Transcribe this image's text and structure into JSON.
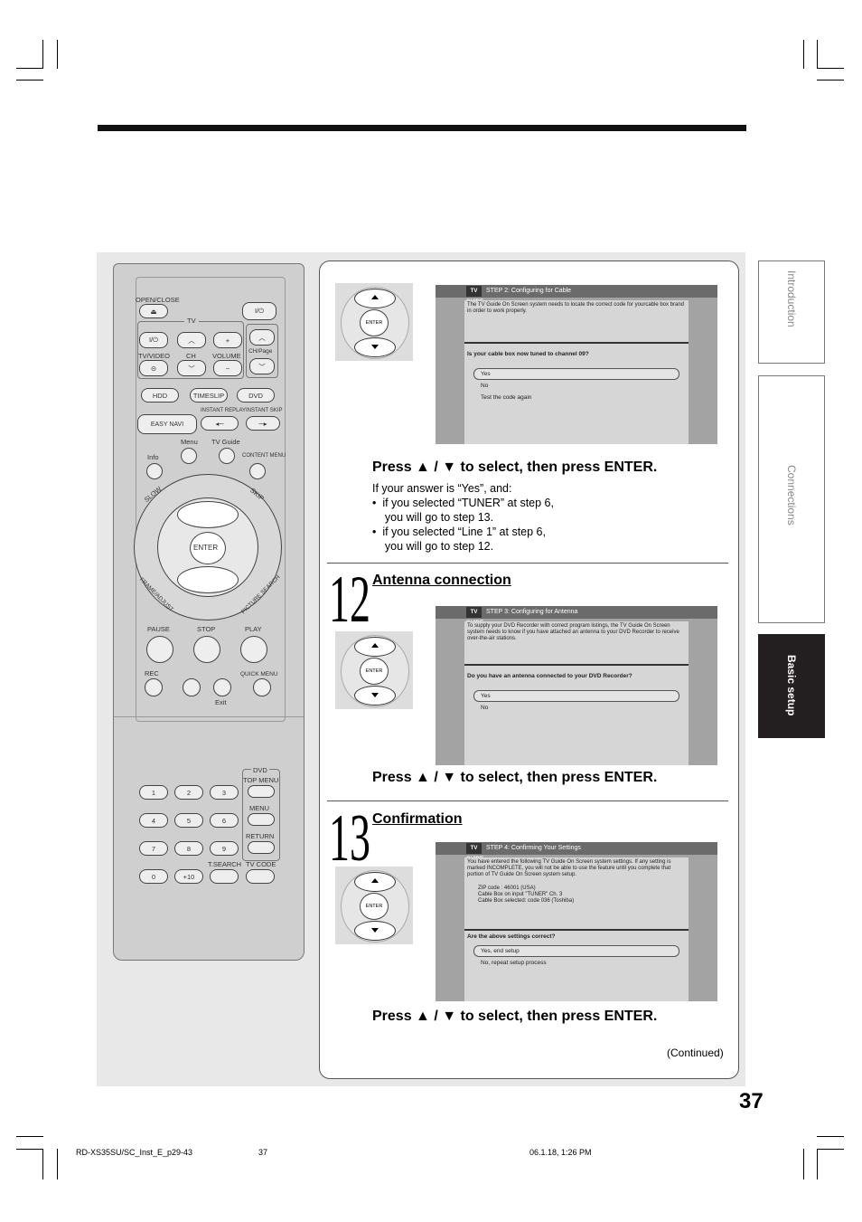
{
  "page_number": "37",
  "footer": {
    "file": "RD-XS35SU/SC_Inst_E_p29-43",
    "page": "37",
    "timestamp": "06.1.18, 1:26 PM"
  },
  "side_tabs": [
    {
      "label": "Introduction",
      "active": false
    },
    {
      "label": "Connections",
      "active": false
    },
    {
      "label": "Basic setup",
      "active": true
    }
  ],
  "remote": {
    "open_close": "OPEN/CLOSE",
    "tv": "TV",
    "tv_video": "TV/VIDEO",
    "ch": "CH",
    "volume": "VOLUME",
    "ch_page": "CH/Page",
    "hdd": "HDD",
    "timeslip": "TIMESLIP",
    "dvd": "DVD",
    "easy_navi": "EASY NAVI",
    "instant_replay": "INSTANT REPLAY",
    "instant_skip": "INSTANT SKIP",
    "menu": "Menu",
    "tv_guide": "TV Guide",
    "info": "Info",
    "content_menu": "CONTENT MENU",
    "slow": "SLOW",
    "skip": "SKIP",
    "enter": "ENTER",
    "frame_adjust": "FRAME/ADJUST",
    "picture_search": "PICTURE SEARCH",
    "pause": "PAUSE",
    "stop": "STOP",
    "play": "PLAY",
    "rec": "REC",
    "quick_menu": "QUICK MENU",
    "exit": "Exit",
    "dvd2": "DVD",
    "top_menu": "TOP MENU",
    "menu2": "MENU",
    "return": "RETURN",
    "t_search": "T.SEARCH",
    "tv_code": "TV CODE",
    "keys": [
      "1",
      "2",
      "3",
      "4",
      "5",
      "6",
      "7",
      "8",
      "9",
      "0",
      "+10"
    ]
  },
  "dpad_enter": "ENTER",
  "step11": {
    "screen": {
      "logo": "TV GUIDE",
      "title": "STEP 2: Configuring for Cable",
      "desc": "The TV Guide On Screen system needs to locate the correct code for yourcable box brand in order to work properly.",
      "question": "Is your cable box now tuned to channel 09?",
      "options": [
        "Yes",
        "No",
        "Test the code again"
      ]
    },
    "press": "Press ▲ / ▼ to select, then press ENTER.",
    "text_lines": [
      "If your answer is “Yes”, and:",
      "•  if you selected “TUNER” at step 6,",
      "    you will go to step 13.",
      "•  if you selected “Line 1” at step 6,",
      "    you will go to step 12."
    ]
  },
  "step12": {
    "number": "12",
    "heading": "Antenna connection",
    "screen": {
      "logo": "TV GUIDE",
      "title": "STEP 3: Configuring for Antenna",
      "desc": "To supply your DVD Recorder with correct program listings, the TV Guide On Screen system needs to know if you have attached an antenna to your DVD Recorder to receive over-the-air stations.",
      "question": "Do you have an antenna connected to your DVD Recorder?",
      "options": [
        "Yes",
        "No"
      ]
    },
    "press": "Press ▲ / ▼ to select, then press ENTER."
  },
  "step13": {
    "number": "13",
    "heading": "Confirmation",
    "screen": {
      "logo": "TV GUIDE",
      "title": "STEP 4: Confirming Your Settings",
      "desc": "You have entered the following TV Guide On Screen system settings. If any setting is marked INCOMPLETE, you will not be able to use the feature until you complete that portion of TV Guide On Screen system setup.",
      "details": [
        "ZIP code : 46001 (USA)",
        "Cable Box on input \"TUNER\" Ch. 3",
        "Cable Box selected: code 036 (Toshiba)"
      ],
      "question": "Are the above settings correct?",
      "options": [
        "Yes, end setup",
        "No, repeat setup process"
      ]
    },
    "press": "Press ▲ / ▼ to select, then press ENTER."
  },
  "continued": "(Continued)"
}
